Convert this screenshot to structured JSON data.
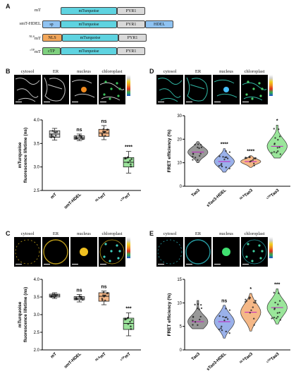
{
  "panel_a": {
    "label": "A",
    "constructs": [
      {
        "name_sup": "",
        "name": "mT",
        "parts": [
          {
            "text": "mTurquoise",
            "color": "#5ed3e0"
          },
          {
            "text": "PYR1",
            "color": "#d9d9d9"
          }
        ]
      },
      {
        "name_sup": "",
        "name": "smT-HDEL",
        "parts": [
          {
            "text": "sp",
            "color": "#8fc3f2"
          },
          {
            "text": "mTurquoise",
            "color": "#5ed3e0"
          },
          {
            "text": "PYR1",
            "color": "#d9d9d9"
          },
          {
            "text": "HDEL",
            "color": "#8fc3f2"
          }
        ]
      },
      {
        "name_sup": "NLS",
        "name": "mT",
        "parts": [
          {
            "text": "NLS",
            "color": "#f2a65a"
          },
          {
            "text": "mTurquoise",
            "color": "#5ed3e0"
          },
          {
            "text": "PYR1",
            "color": "#d9d9d9"
          }
        ]
      },
      {
        "name_sup": "cTP",
        "name": "mT",
        "parts": [
          {
            "text": "cTP",
            "color": "#7ed07e"
          },
          {
            "text": "mTurquoise",
            "color": "#5ed3e0"
          },
          {
            "text": "PYR1",
            "color": "#d9d9d9"
          }
        ]
      }
    ]
  },
  "panels": {
    "B": {
      "label": "B",
      "compartments": [
        "cytosol",
        "ER",
        "nucleus",
        "chloroplast"
      ]
    },
    "C": {
      "label": "C",
      "compartments": [
        "cytosol",
        "ER",
        "nucleus",
        "chloroplast"
      ]
    },
    "D": {
      "label": "D",
      "compartments": [
        "cytosol",
        "ER",
        "nucleus",
        "chloroplast"
      ]
    },
    "E": {
      "label": "E",
      "compartments": [
        "cytosol",
        "ER",
        "nucleus",
        "chloroplast"
      ]
    }
  },
  "chart_data": [
    {
      "id": "B",
      "type": "box",
      "ylabel_line1": "mTurquoise",
      "ylabel_line2": "fluorescence lifetime (ns)",
      "ylim": [
        2.5,
        4.0
      ],
      "yticks": [
        "2.5",
        "3.0",
        "3.5",
        "4.0"
      ],
      "categories": [
        {
          "sup": "",
          "name": "mT"
        },
        {
          "sup": "",
          "name": "smT-HDEL"
        },
        {
          "sup": "NLS",
          "name": "mT"
        },
        {
          "sup": "cTP",
          "name": "mT"
        }
      ],
      "colors": [
        "#d9d9d9",
        "#d9d9d9",
        "#f7b98a",
        "#9be39b"
      ],
      "boxes": [
        {
          "min": 3.57,
          "q1": 3.63,
          "median": 3.7,
          "q3": 3.77,
          "max": 3.82
        },
        {
          "min": 3.56,
          "q1": 3.59,
          "median": 3.62,
          "q3": 3.66,
          "max": 3.7
        },
        {
          "min": 3.58,
          "q1": 3.65,
          "median": 3.72,
          "q3": 3.8,
          "max": 3.88
        },
        {
          "min": 2.87,
          "q1": 3.0,
          "median": 3.1,
          "q3": 3.2,
          "max": 3.33
        }
      ],
      "significance": [
        "",
        "ns",
        "ns",
        "****"
      ]
    },
    {
      "id": "C",
      "type": "box",
      "ylabel_line1": "mTurquoise",
      "ylabel_line2": "fluorescence lifetime (ns)",
      "ylim": [
        2.0,
        4.0
      ],
      "yticks": [
        "2.0",
        "2.5",
        "3.0",
        "3.5",
        "4.0"
      ],
      "categories": [
        {
          "sup": "",
          "name": "mT"
        },
        {
          "sup": "",
          "name": "smT-HDEL"
        },
        {
          "sup": "NLS",
          "name": "mT"
        },
        {
          "sup": "cTP",
          "name": "mT"
        }
      ],
      "colors": [
        "#d9d9d9",
        "#d9d9d9",
        "#f7b98a",
        "#9be39b"
      ],
      "boxes": [
        {
          "min": 3.46,
          "q1": 3.5,
          "median": 3.54,
          "q3": 3.58,
          "max": 3.62
        },
        {
          "min": 3.36,
          "q1": 3.42,
          "median": 3.46,
          "q3": 3.51,
          "max": 3.57
        },
        {
          "min": 3.28,
          "q1": 3.38,
          "median": 3.52,
          "q3": 3.62,
          "max": 3.67
        },
        {
          "min": 2.4,
          "q1": 2.58,
          "median": 2.75,
          "q3": 2.9,
          "max": 3.05
        }
      ],
      "significance": [
        "",
        "ns",
        "ns",
        "***"
      ]
    },
    {
      "id": "D",
      "type": "violin",
      "ylabel": "FRET efficiency (%)",
      "ylim": [
        0,
        30
      ],
      "yticks": [
        "0",
        "10",
        "20",
        "30"
      ],
      "categories": [
        {
          "sup": "",
          "name": "Tao3"
        },
        {
          "sup": "",
          "name": "sTao3-HDEL"
        },
        {
          "sup": "NLS",
          "name": "Tao3"
        },
        {
          "sup": "cTP",
          "name": "Tao3"
        }
      ],
      "colors": [
        "#8e8e8e",
        "#8fa8e8",
        "#f4b07a",
        "#8fe38f"
      ],
      "violins": [
        {
          "min": 10,
          "median": 14.5,
          "max": 19
        },
        {
          "min": 6,
          "median": 10.5,
          "max": 16
        },
        {
          "min": 8,
          "median": 10.5,
          "max": 13
        },
        {
          "min": 12,
          "median": 17,
          "max": 26
        }
      ],
      "significance": [
        "",
        "****",
        "****",
        "*"
      ]
    },
    {
      "id": "E",
      "type": "violin",
      "ylabel": "FRET efficiency (%)",
      "ylim": [
        0,
        15
      ],
      "yticks": [
        "0",
        "5",
        "10",
        "15"
      ],
      "categories": [
        {
          "sup": "",
          "name": "Tao3"
        },
        {
          "sup": "",
          "name": "sTao3-HDEL"
        },
        {
          "sup": "NLS",
          "name": "Tao3"
        },
        {
          "sup": "cTP",
          "name": "Tao3"
        }
      ],
      "colors": [
        "#8e8e8e",
        "#8fa8e8",
        "#f4b07a",
        "#8fe38f"
      ],
      "violins": [
        {
          "min": 4.5,
          "median": 6,
          "max": 10.5
        },
        {
          "min": 2.5,
          "median": 6,
          "max": 9.5
        },
        {
          "min": 4,
          "median": 8,
          "max": 12
        },
        {
          "min": 5.5,
          "median": 9,
          "max": 13
        }
      ],
      "significance": [
        "",
        "ns",
        "*",
        "***"
      ]
    }
  ]
}
